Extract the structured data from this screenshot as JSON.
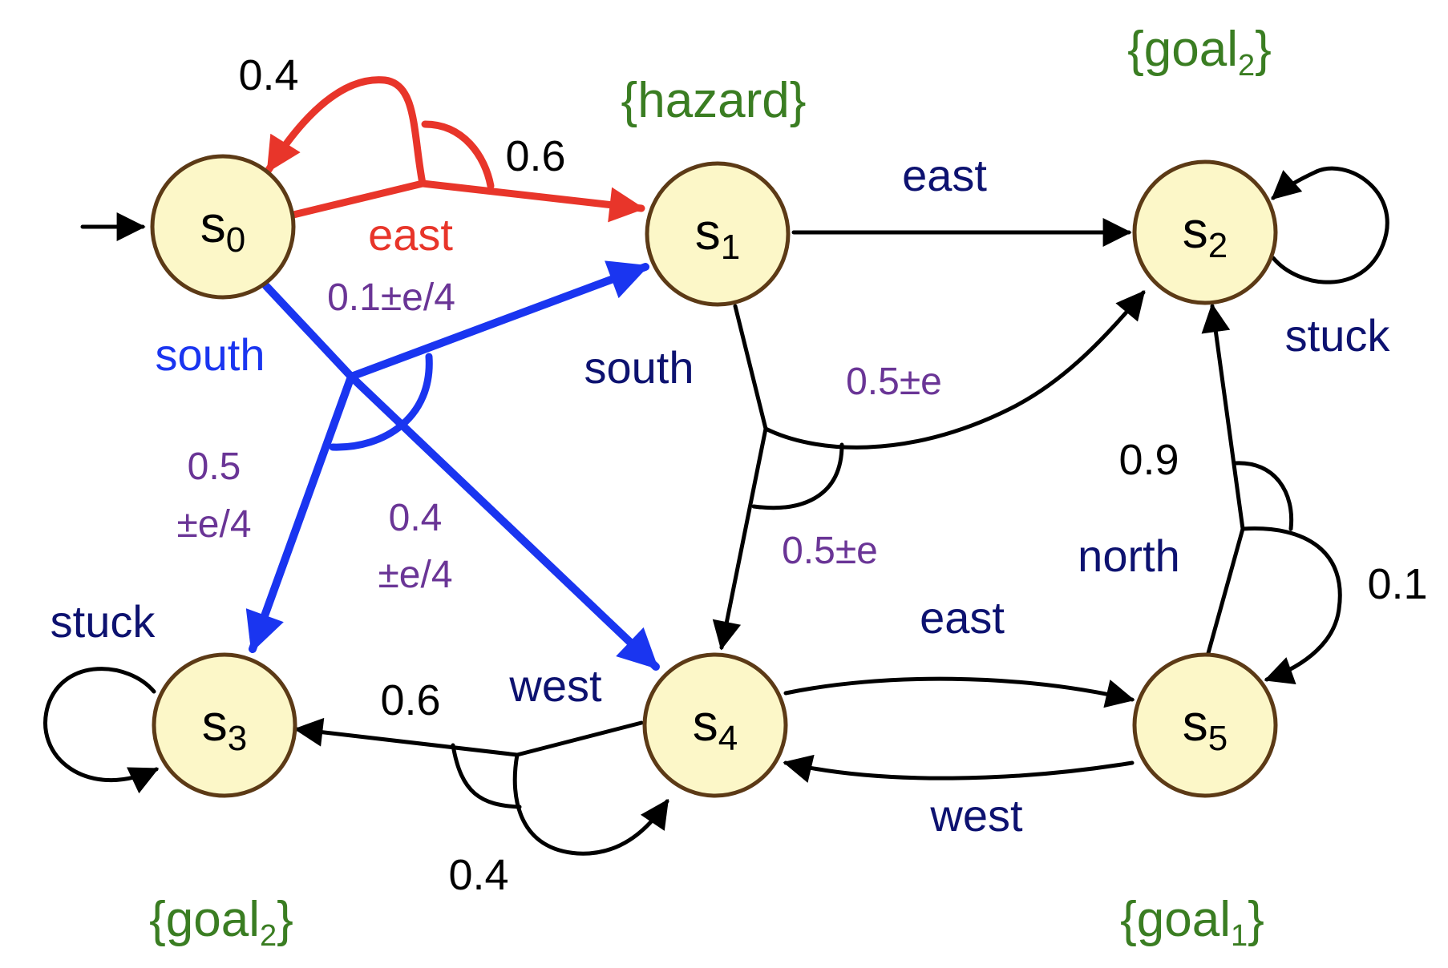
{
  "states": [
    {
      "id": "s0",
      "letter": "s",
      "index": "0"
    },
    {
      "id": "s1",
      "letter": "s",
      "index": "1"
    },
    {
      "id": "s2",
      "letter": "s",
      "index": "2"
    },
    {
      "id": "s3",
      "letter": "s",
      "index": "3"
    },
    {
      "id": "s4",
      "letter": "s",
      "index": "4"
    },
    {
      "id": "s5",
      "letter": "s",
      "index": "5"
    }
  ],
  "propositions": {
    "hazard": {
      "text": "{hazard}"
    },
    "goal2_top": {
      "open": "{goal",
      "sub": "2",
      "close": "}"
    },
    "goal2_bottom": {
      "open": "{goal",
      "sub": "2",
      "close": "}"
    },
    "goal1": {
      "open": "{goal",
      "sub": "1",
      "close": "}"
    }
  },
  "actions": {
    "s0_east": "east",
    "s0_south": "south",
    "s1_east": "east",
    "s1_south": "south",
    "s2_stuck": "stuck",
    "s3_stuck": "stuck",
    "s4_west": "west",
    "s4_east": "east",
    "s5_north": "north",
    "s5_west": "west"
  },
  "probabilities": {
    "s0_east_self": "0.4",
    "s0_east_s1": "0.6",
    "s0_south_s1": "0.1±e/4",
    "s0_south_s3_line1": "0.5",
    "s0_south_s3_line2": "±e/4",
    "s0_south_s4_line1": "0.4",
    "s0_south_s4_line2": "±e/4",
    "s1_south_s2": "0.5±e",
    "s1_south_s4": "0.5±e",
    "s4_west_s3": "0.6",
    "s4_west_self": "0.4",
    "s5_north_s2": "0.9",
    "s5_north_self": "0.1"
  },
  "colors": {
    "east_red": "#e8352a",
    "south_blue": "#1a35f0",
    "action_navy": "#0d1270",
    "purple": "#6a3596",
    "green": "#3a7d22",
    "black": "#000000"
  }
}
